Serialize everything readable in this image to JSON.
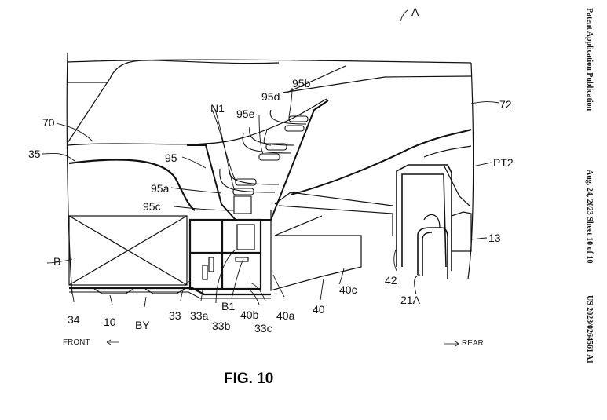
{
  "figure": {
    "caption": "FIG. 10",
    "view_label": "A",
    "direction": {
      "front": "FRONT",
      "rear": "REAR"
    },
    "reference_labels": {
      "A": "A",
      "72": "72",
      "PT2": "PT2",
      "13": "13",
      "70": "70",
      "35": "35",
      "N1": "N1",
      "95": "95",
      "95a": "95a",
      "95b": "95b",
      "95c": "95c",
      "95d": "95d",
      "95e": "95e",
      "B": "B",
      "B1": "B1",
      "34": "34",
      "10": "10",
      "BY": "BY",
      "33": "33",
      "33a": "33a",
      "33b": "33b",
      "33c": "33c",
      "40": "40",
      "40a": "40a",
      "40b": "40b",
      "40c": "40c",
      "42": "42",
      "21A": "21A"
    }
  },
  "header": {
    "publication": "Patent Application Publication",
    "date_sheet": "Aug. 24, 2023  Sheet 10 of 10",
    "number": "US 2023/0264561 A1"
  }
}
